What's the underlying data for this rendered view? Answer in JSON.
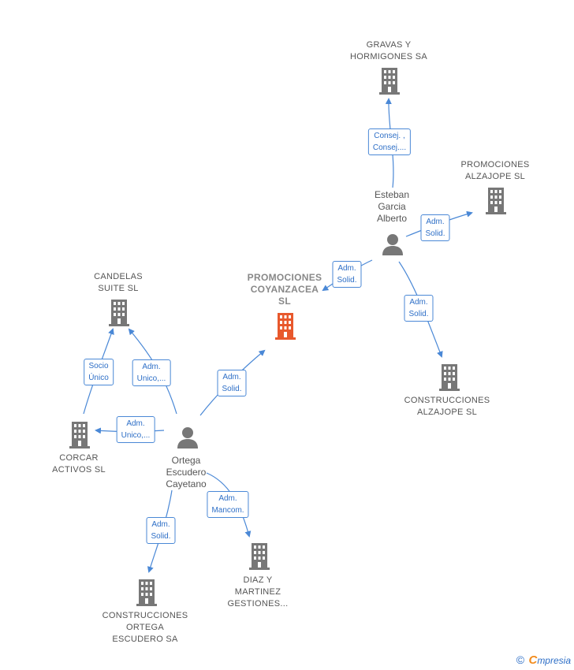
{
  "colors": {
    "company": "#777777",
    "main_company": "#e8582c",
    "person": "#777777",
    "edge": "#4a88d6"
  },
  "nodes": {
    "gravas": {
      "label_1": "GRAVAS Y",
      "label_2": "HORMIGONES SA"
    },
    "promociones_alzajope": {
      "label_1": "PROMOCIONES",
      "label_2": "ALZAJOPE SL"
    },
    "esteban": {
      "label_1": "Esteban",
      "label_2": "Garcia",
      "label_3": "Alberto"
    },
    "promociones_coyanzacea": {
      "label_1": "PROMOCIONES",
      "label_2": "COYANZACEA",
      "label_3": "SL"
    },
    "construcciones_alzajope": {
      "label_1": "CONSTRUCCIONES",
      "label_2": "ALZAJOPE SL"
    },
    "candelas": {
      "label_1": "CANDELAS",
      "label_2": "SUITE  SL"
    },
    "corcar": {
      "label_1": "CORCAR",
      "label_2": "ACTIVOS  SL"
    },
    "ortega": {
      "label_1": "Ortega",
      "label_2": "Escudero",
      "label_3": "Cayetano"
    },
    "diaz": {
      "label_1": "DIAZ Y",
      "label_2": "MARTINEZ",
      "label_3": "GESTIONES..."
    },
    "construcciones_ortega": {
      "label_1": "CONSTRUCCIONES",
      "label_2": "ORTEGA",
      "label_3": "ESCUDERO SA"
    }
  },
  "edges": {
    "esteban_gravas": {
      "line_1": "Consej. ,",
      "line_2": "Consej...."
    },
    "esteban_promociones_alzajope": {
      "line_1": "Adm.",
      "line_2": "Solid."
    },
    "esteban_coyanzacea": {
      "line_1": "Adm.",
      "line_2": "Solid."
    },
    "esteban_construcciones_alzajope": {
      "line_1": "Adm.",
      "line_2": "Solid."
    },
    "corcar_candelas": {
      "line_1": "Socio",
      "line_2": "Único"
    },
    "ortega_candelas": {
      "line_1": "Adm.",
      "line_2": "Unico,..."
    },
    "ortega_corcar": {
      "line_1": "Adm.",
      "line_2": "Unico,..."
    },
    "ortega_coyanzacea": {
      "line_1": "Adm.",
      "line_2": "Solid."
    },
    "ortega_diaz": {
      "line_1": "Adm.",
      "line_2": "Mancom."
    },
    "ortega_construcciones_ortega": {
      "line_1": "Adm.",
      "line_2": "Solid."
    }
  },
  "footer": {
    "copyright": "©",
    "brand_initial": "C",
    "brand_rest": "mpresia"
  }
}
